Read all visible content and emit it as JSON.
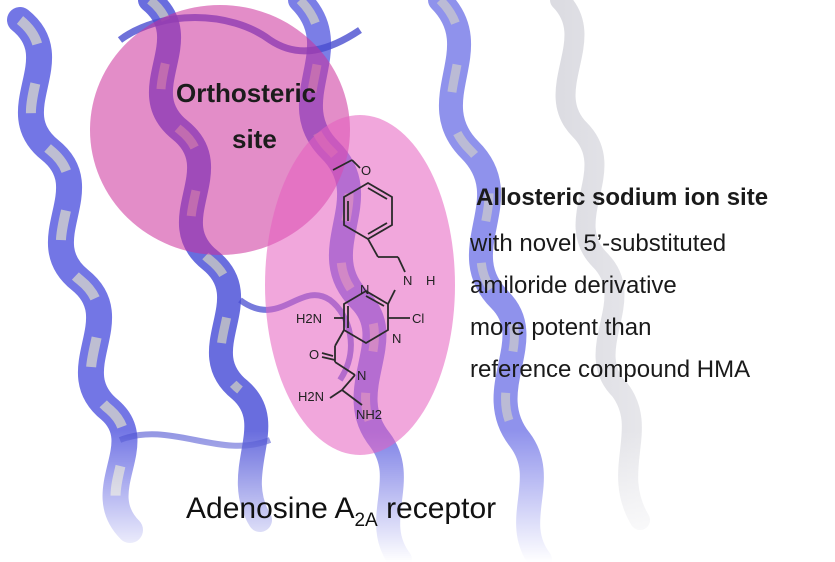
{
  "orthosteric_label": [
    "Orthosteric",
    "site"
  ],
  "allosteric": {
    "title": "Allosteric sodium ion site",
    "lines": [
      "with novel 5’-substituted",
      "amiloride derivative",
      "more potent than",
      "reference compound HMA"
    ]
  },
  "caption": {
    "main": "Adenosine A",
    "subscript": "2A",
    "suffix": " receptor"
  },
  "molecule_atoms": {
    "o_ether": "O",
    "n_amine": "N",
    "h_amine": "H",
    "n_ring_top": "N",
    "n_ring_bottom": "N",
    "nh2_left": "H2N",
    "cl": "Cl",
    "o_carbonyl": "O",
    "n_imine": "N",
    "h2n_guan": "H2N",
    "nh2_guan": "NH2"
  },
  "colors": {
    "helix_blue": "#5a5ee0",
    "helix_grey": "#b9b9c2",
    "ortho_pink": "#cc2f9a",
    "allo_pink": "#e55ec0",
    "text": "#1a1a1a"
  }
}
